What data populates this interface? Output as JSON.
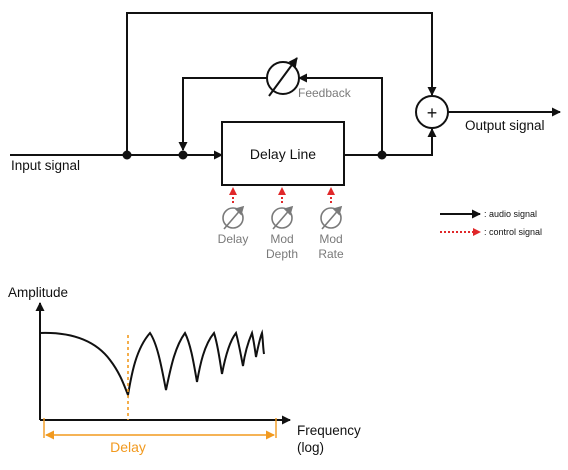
{
  "diagram": {
    "input_label": "Input signal",
    "output_label": "Output signal",
    "delay_line_label": "Delay Line",
    "feedback_label": "Feedback",
    "adder_symbol": "+",
    "controls": [
      {
        "line1": "Delay",
        "line2": ""
      },
      {
        "line1": "Mod",
        "line2": "Depth"
      },
      {
        "line1": "Mod",
        "line2": "Rate"
      }
    ],
    "legend": {
      "audio": ": audio signal",
      "control": ": control signal"
    }
  },
  "response": {
    "y_label": "Amplitude",
    "x_label_line1": "Frequency",
    "x_label_line2": "(log)",
    "delay_label": "Delay"
  },
  "colors": {
    "line": "#111111",
    "control": "#e0282a",
    "knob": "#7a7a7a",
    "delay_marker": "#f29a1f"
  }
}
